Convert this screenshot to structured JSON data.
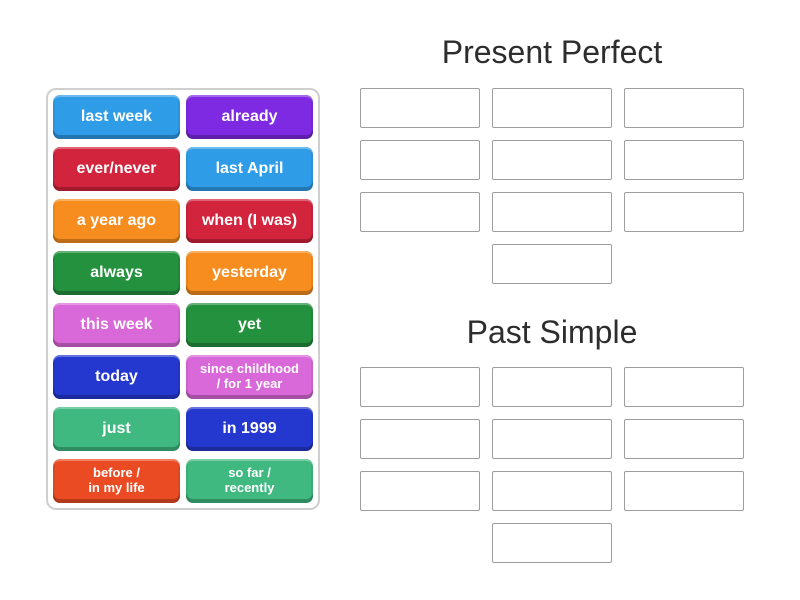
{
  "page": {
    "background_color": "#ffffff",
    "title_color": "#2d2d2d",
    "panel_border_color": "#cfcfcf",
    "slot_border_color": "#9e9e9e"
  },
  "tile_panel": {
    "tiles": [
      {
        "label": "last week",
        "color": "#2f9ce8"
      },
      {
        "label": "already",
        "color": "#7e2ae2"
      },
      {
        "label": "ever/never",
        "color": "#d2243c"
      },
      {
        "label": "last April",
        "color": "#2f9ce8"
      },
      {
        "label": "a year ago",
        "color": "#f78d1e"
      },
      {
        "label": "when (I was)",
        "color": "#d2243c"
      },
      {
        "label": "always",
        "color": "#24913e"
      },
      {
        "label": "yesterday",
        "color": "#f78d1e"
      },
      {
        "label": "this week",
        "color": "#d968d9"
      },
      {
        "label": "yet",
        "color": "#24913e"
      },
      {
        "label": "today",
        "color": "#2438cf"
      },
      {
        "label": "since childhood / for 1 year",
        "color": "#d968d9",
        "small": true,
        "lines": [
          "since childhood",
          "/ for 1 year"
        ]
      },
      {
        "label": "just",
        "color": "#3fb97f"
      },
      {
        "label": "in 1999",
        "color": "#2438cf"
      },
      {
        "label": "before / in my life",
        "color": "#ea4b23",
        "small": true,
        "lines": [
          "before /",
          "in my life"
        ]
      },
      {
        "label": "so far / recently",
        "color": "#3fb97f",
        "small": true,
        "lines": [
          "so far /",
          "recently"
        ]
      }
    ]
  },
  "groups": [
    {
      "title": "Present Perfect",
      "slots": 10
    },
    {
      "title": "Past Simple",
      "slots": 10
    }
  ]
}
